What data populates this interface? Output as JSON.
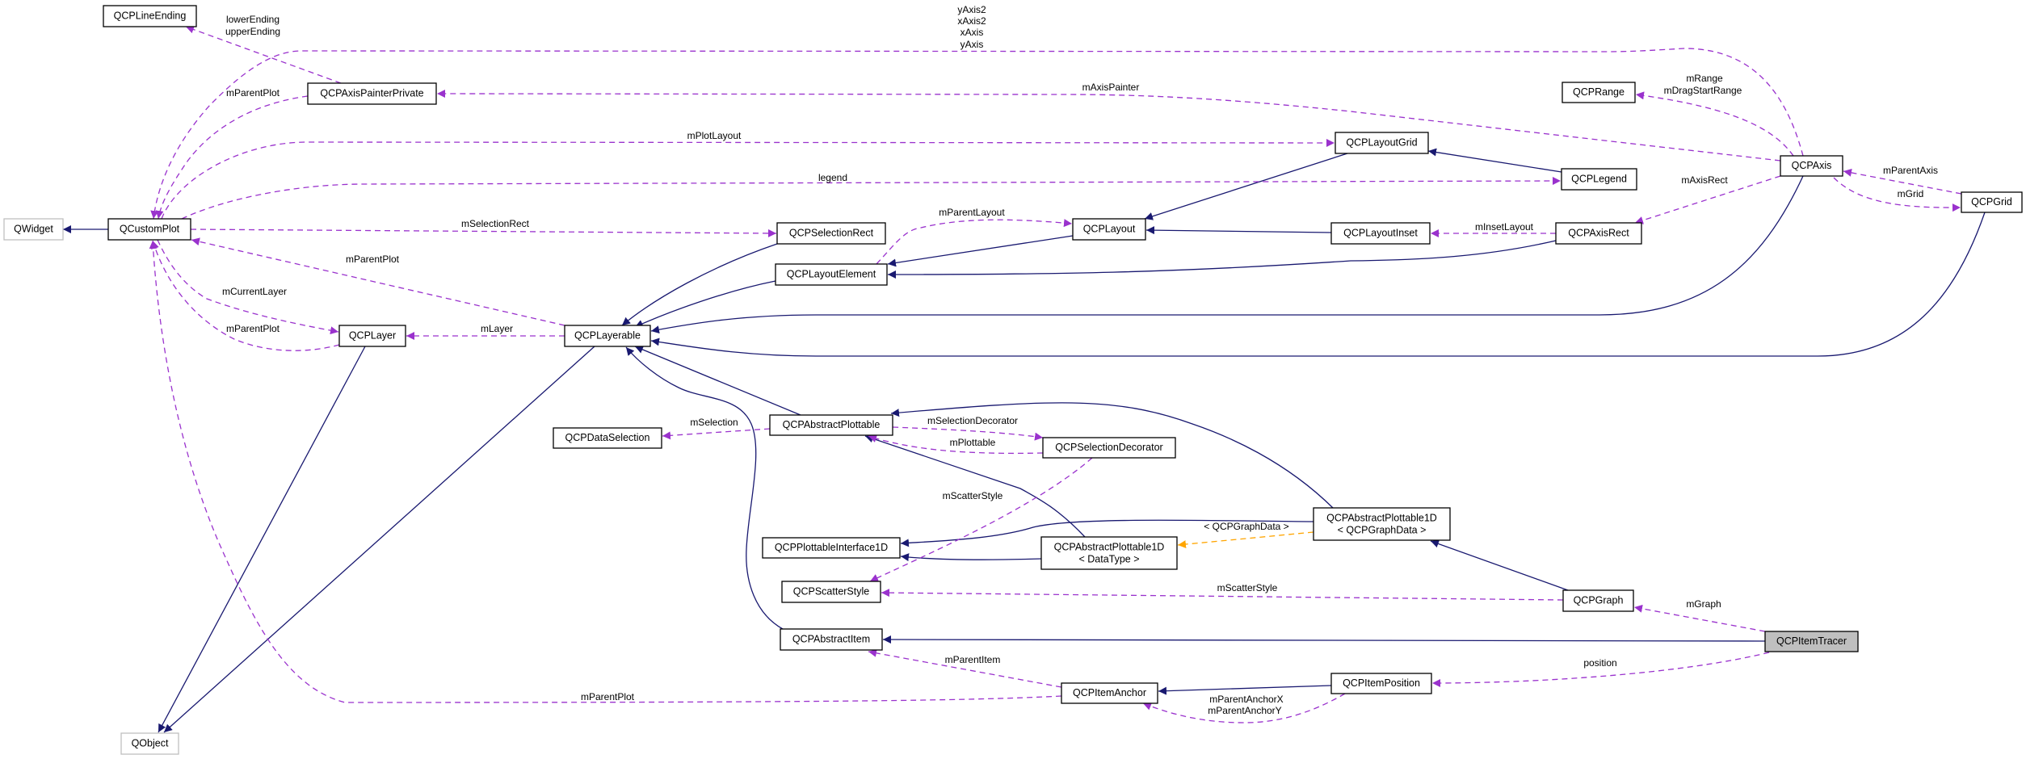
{
  "title": "QCPItemTracer collaboration graph",
  "colors": {
    "inheritance": "#191970",
    "usage": "#9a32cd",
    "template": "#ffa500",
    "focus_fill": "#bfbfbf",
    "external_border": "#bfbfbf"
  },
  "nodes": {
    "qcplineending": "QCPLineEnding",
    "qcpaxispainterprivate": "QCPAxisPainterPrivate",
    "qwidget": "QWidget",
    "qcustomplot": "QCustomPlot",
    "qcplayer": "QCPLayer",
    "qcplayerable": "QCPLayerable",
    "qcpselectionrect": "QCPSelectionRect",
    "qcplayoutelement": "QCPLayoutElement",
    "qcplayout": "QCPLayout",
    "qcplayoutgrid": "QCPLayoutGrid",
    "qcplegend": "QCPLegend",
    "qcplayoutinset": "QCPLayoutInset",
    "qcpaxisrect": "QCPAxisRect",
    "qcprange": "QCPRange",
    "qcpaxis": "QCPAxis",
    "qcpgrid": "QCPGrid",
    "qcpdataselection": "QCPDataSelection",
    "qcpabstractplottable": "QCPAbstractPlottable",
    "qcpselectiondecorator": "QCPSelectionDecorator",
    "qcpplottableinterface1d": "QCPPlottableInterface1D",
    "qcpabstractplottable1d_datatype": [
      "QCPAbstractPlottable1D",
      "< DataType >"
    ],
    "qcpabstractplottable1d_graphdata": [
      "QCPAbstractPlottable1D",
      "< QCPGraphData >"
    ],
    "qcpscatterstyle": "QCPScatterStyle",
    "qcpgraph": "QCPGraph",
    "qcpabstractitem": "QCPAbstractItem",
    "qcpitemtracer": "QCPItemTracer",
    "qcpitemanchor": "QCPItemAnchor",
    "qcpitemposition": "QCPItemPosition",
    "qobject": "QObject"
  },
  "edge_labels": {
    "line_ending": [
      "lowerEnding",
      "upperEnding"
    ],
    "painter_parent_plot": "mParentPlot",
    "axes": [
      "yAxis2",
      "xAxis2",
      "xAxis",
      "yAxis"
    ],
    "axis_painter": "mAxisPainter",
    "plot_layout": "mPlotLayout",
    "legend": "legend",
    "selection_rect": "mSelectionRect",
    "layerable_parent_plot": "mParentPlot",
    "current_layer": "mCurrentLayer",
    "layer_parent_plot": "mParentPlot",
    "layer": "mLayer",
    "anchor_parent_plot": "mParentPlot",
    "range": [
      "mRange",
      "mDragStartRange"
    ],
    "axis_rect": "mAxisRect",
    "parent_axis": "mParentAxis",
    "grid": "mGrid",
    "inset_layout": "mInsetLayout",
    "parent_layout": "mParentLayout",
    "selection": "mSelection",
    "selection_decorator": "mSelectionDecorator",
    "plottable": "mPlottable",
    "decorator_scatter_style": "mScatterStyle",
    "graph_scatter_style": "mScatterStyle",
    "template_arg": "< QCPGraphData >",
    "graph": "mGraph",
    "position": "position",
    "parent_item": "mParentItem",
    "parent_anchor": [
      "mParentAnchorX",
      "mParentAnchorY"
    ]
  }
}
